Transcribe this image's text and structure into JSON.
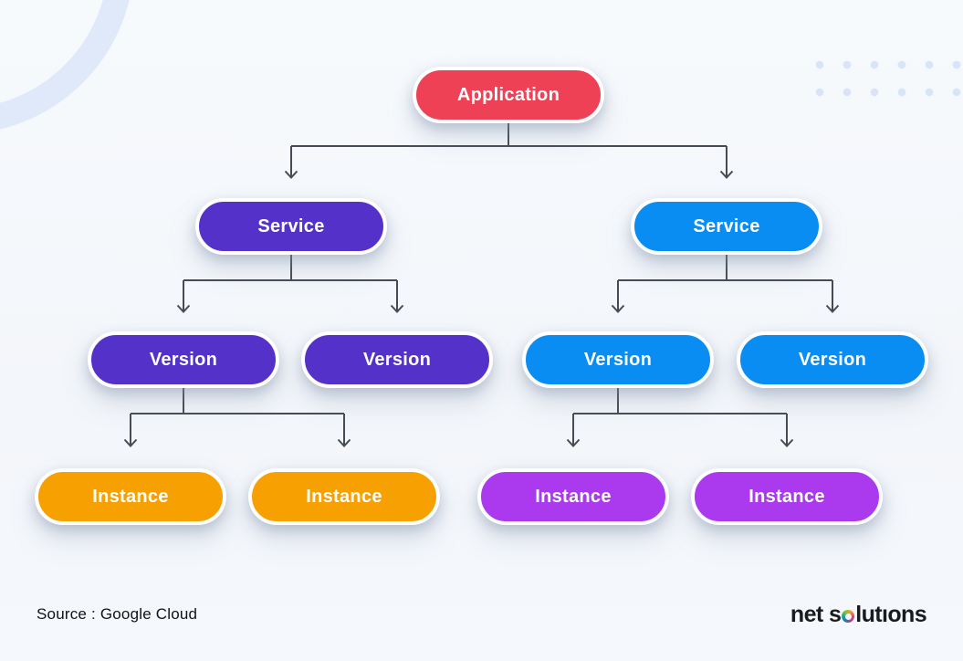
{
  "page": {
    "background_color": "#f5f8fc",
    "connector_color": "#474c54",
    "decor_ring_color": "#dfe9fa",
    "decor_dot_color": "#d9e4f8"
  },
  "diagram": {
    "type": "tree",
    "nodes": [
      {
        "id": "application",
        "label": "Application",
        "color": "#ef4156",
        "level": "application",
        "children": [
          "service-1",
          "service-2"
        ]
      },
      {
        "id": "service-1",
        "label": "Service",
        "color": "#5431c9",
        "level": "service",
        "children": [
          "version-1",
          "version-2"
        ]
      },
      {
        "id": "service-2",
        "label": "Service",
        "color": "#0a8df2",
        "level": "service",
        "children": [
          "version-3",
          "version-4"
        ]
      },
      {
        "id": "version-1",
        "label": "Version",
        "color": "#5431c9",
        "level": "version",
        "children": [
          "instance-1",
          "instance-2"
        ]
      },
      {
        "id": "version-2",
        "label": "Version",
        "color": "#5431c9",
        "level": "version",
        "children": []
      },
      {
        "id": "version-3",
        "label": "Version",
        "color": "#0a8df2",
        "level": "version",
        "children": [
          "instance-3",
          "instance-4"
        ]
      },
      {
        "id": "version-4",
        "label": "Version",
        "color": "#0a8df2",
        "level": "version",
        "children": []
      },
      {
        "id": "instance-1",
        "label": "Instance",
        "color": "#f7a001",
        "level": "instance",
        "children": []
      },
      {
        "id": "instance-2",
        "label": "Instance",
        "color": "#f7a001",
        "level": "instance",
        "children": []
      },
      {
        "id": "instance-3",
        "label": "Instance",
        "color": "#ab3aee",
        "level": "instance",
        "children": []
      },
      {
        "id": "instance-4",
        "label": "Instance",
        "color": "#ab3aee",
        "level": "instance",
        "children": []
      }
    ]
  },
  "footer": {
    "source_label": "Source : Google Cloud",
    "brand": {
      "part1": "net s",
      "part2": "lutıons",
      "ring_colors": [
        "#2f6fb6",
        "#19a89d",
        "#7fc241",
        "#f3a11a",
        "#e8426c",
        "#a4459c"
      ]
    }
  }
}
